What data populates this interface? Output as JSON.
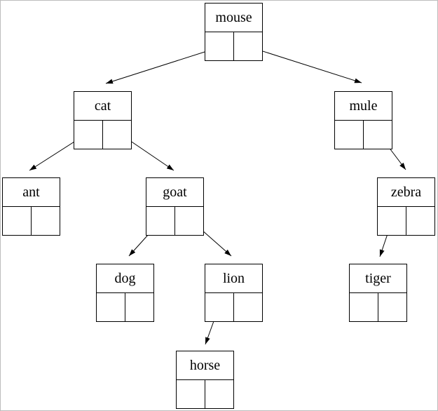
{
  "diagram": {
    "type": "binary-tree",
    "nodes": [
      {
        "id": "mouse",
        "label": "mouse"
      },
      {
        "id": "cat",
        "label": "cat"
      },
      {
        "id": "mule",
        "label": "mule"
      },
      {
        "id": "ant",
        "label": "ant"
      },
      {
        "id": "goat",
        "label": "goat"
      },
      {
        "id": "zebra",
        "label": "zebra"
      },
      {
        "id": "dog",
        "label": "dog"
      },
      {
        "id": "lion",
        "label": "lion"
      },
      {
        "id": "tiger",
        "label": "tiger"
      },
      {
        "id": "horse",
        "label": "horse"
      }
    ],
    "edges": [
      {
        "from": "mouse",
        "pointer": "left",
        "to": "cat"
      },
      {
        "from": "mouse",
        "pointer": "right",
        "to": "mule"
      },
      {
        "from": "cat",
        "pointer": "left",
        "to": "ant"
      },
      {
        "from": "cat",
        "pointer": "right",
        "to": "goat"
      },
      {
        "from": "mule",
        "pointer": "right",
        "to": "zebra"
      },
      {
        "from": "goat",
        "pointer": "left",
        "to": "dog"
      },
      {
        "from": "goat",
        "pointer": "right",
        "to": "lion"
      },
      {
        "from": "zebra",
        "pointer": "left",
        "to": "tiger"
      },
      {
        "from": "lion",
        "pointer": "left",
        "to": "horse"
      }
    ],
    "colors": {
      "node_border": "#000000",
      "edge_line": "#000000",
      "background": "#ffffff",
      "page_border": "#bdbdbd"
    }
  }
}
